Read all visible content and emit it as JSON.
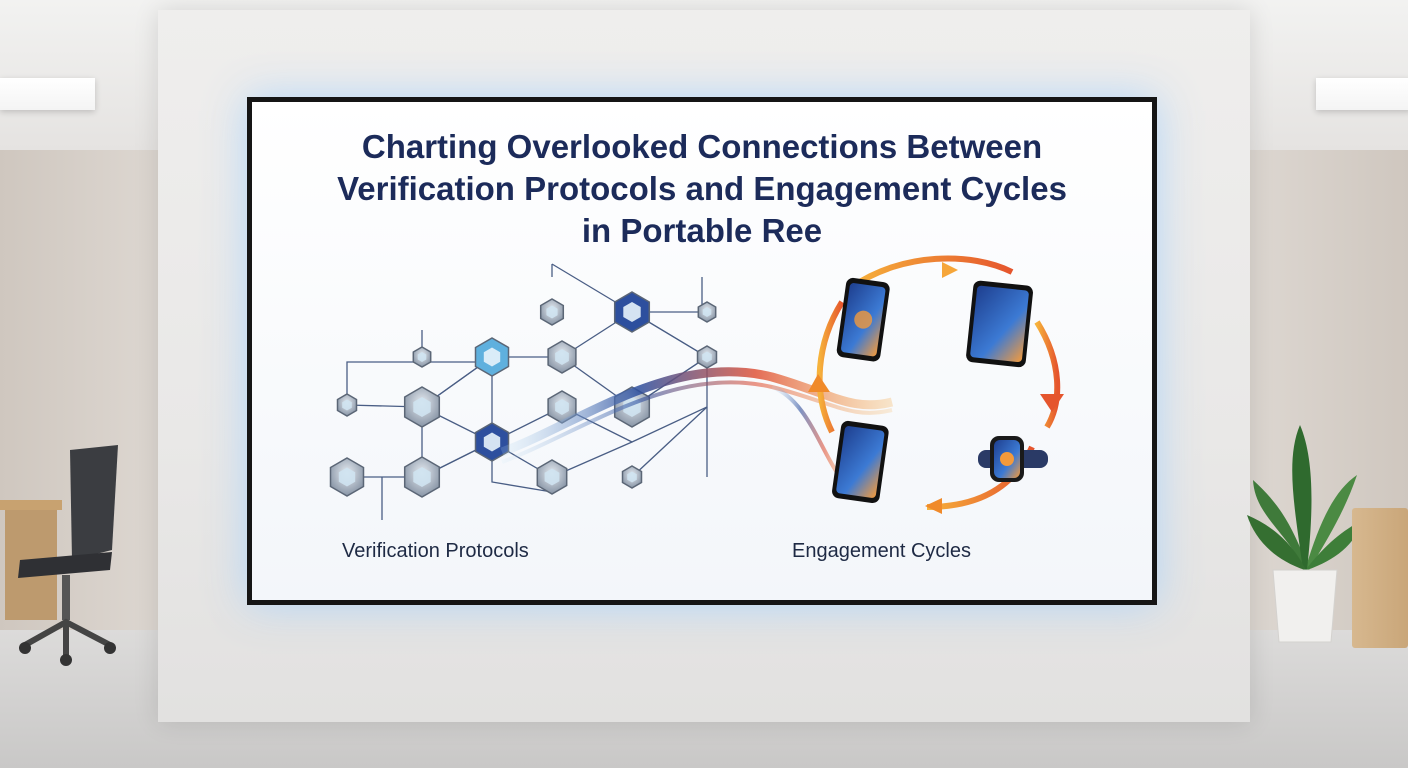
{
  "screen": {
    "title_lines": [
      "Charting Overlooked Connections Between",
      "Verification Protocols and Engagement Cycles",
      "in Portable Ree"
    ],
    "label_left": "Verification Protocols",
    "label_right": "Engagement Cycles"
  },
  "colors": {
    "title": "#1c2b5a",
    "network_node": "#9aa6b4",
    "accent_blue": "#2d4f9e",
    "accent_orange": "#f08a2a",
    "frame": "#151515"
  },
  "icons": [
    "hexagon-network-icon",
    "smartphone-icon",
    "tablet-icon",
    "smartwatch-icon",
    "cycle-arrow-icon"
  ]
}
